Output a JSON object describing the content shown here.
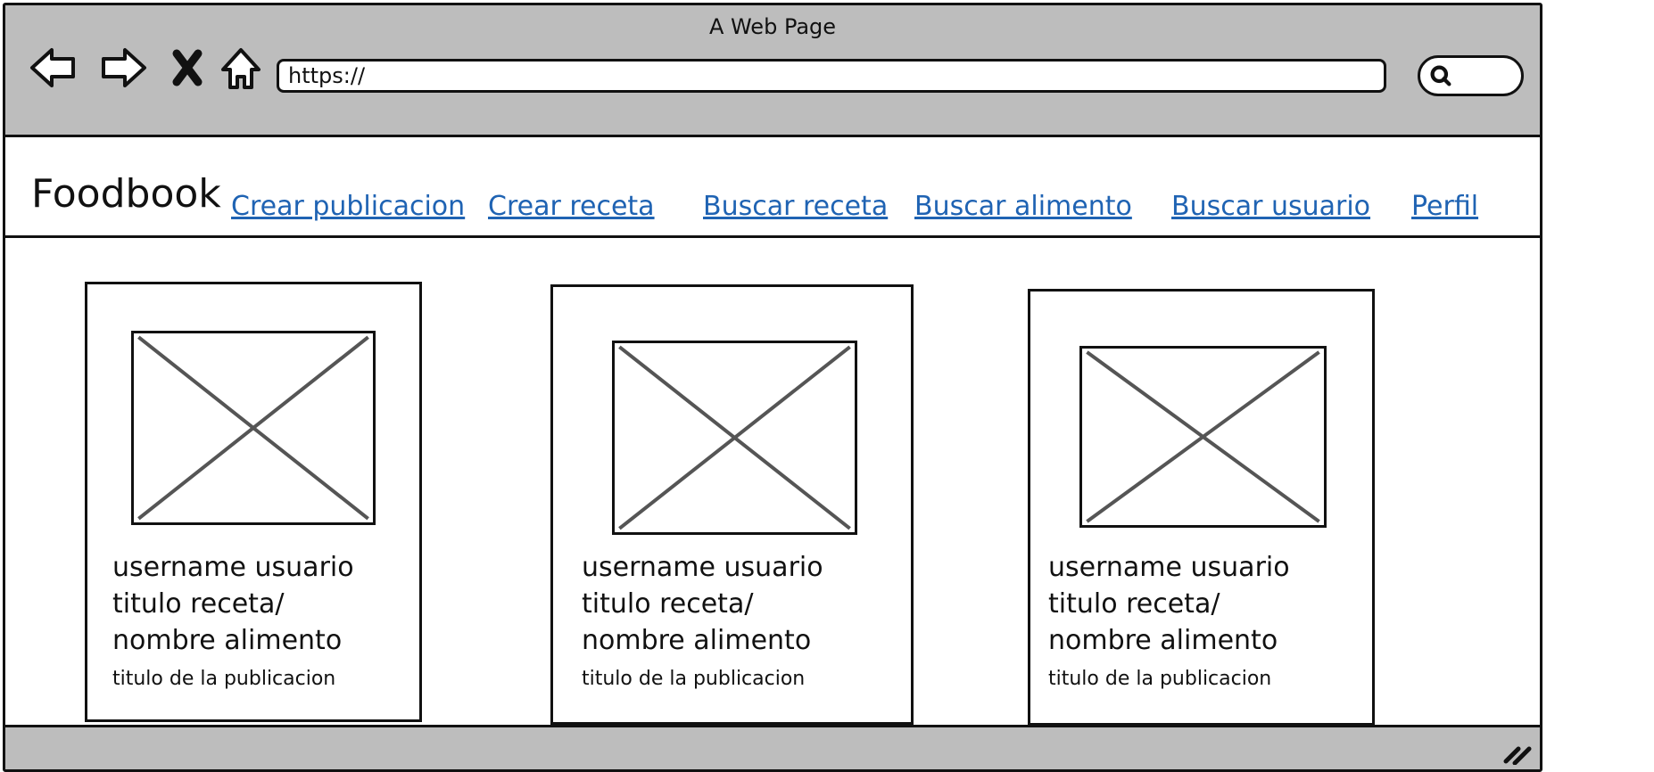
{
  "browser": {
    "title": "A Web Page",
    "url": "https://",
    "icons": {
      "back": "back-arrow-icon",
      "forward": "forward-arrow-icon",
      "stop": "stop-x-icon",
      "home": "home-icon",
      "search": "search-icon",
      "resize": "resize-grip-icon"
    }
  },
  "header": {
    "brand": "Foodbook",
    "nav": [
      {
        "label": "Crear publicacion"
      },
      {
        "label": "Crear receta"
      },
      {
        "label": "Buscar receta"
      },
      {
        "label": "Buscar alimento"
      },
      {
        "label": "Buscar usuario"
      },
      {
        "label": "Perfil"
      }
    ]
  },
  "cards": [
    {
      "username": "username usuario",
      "title_line1": "titulo receta/",
      "title_line2": "nombre alimento",
      "subtitle": "titulo de la publicacion"
    },
    {
      "username": "username usuario",
      "title_line1": "titulo receta/",
      "title_line2": "nombre alimento",
      "subtitle": "titulo de la publicacion"
    },
    {
      "username": "username usuario",
      "title_line1": "titulo receta/",
      "title_line2": "nombre alimento",
      "subtitle": "titulo de la publicacion"
    }
  ],
  "colors": {
    "chrome": "#bdbdbd",
    "link": "#1f63b3",
    "placeholder_x": "#555555"
  }
}
